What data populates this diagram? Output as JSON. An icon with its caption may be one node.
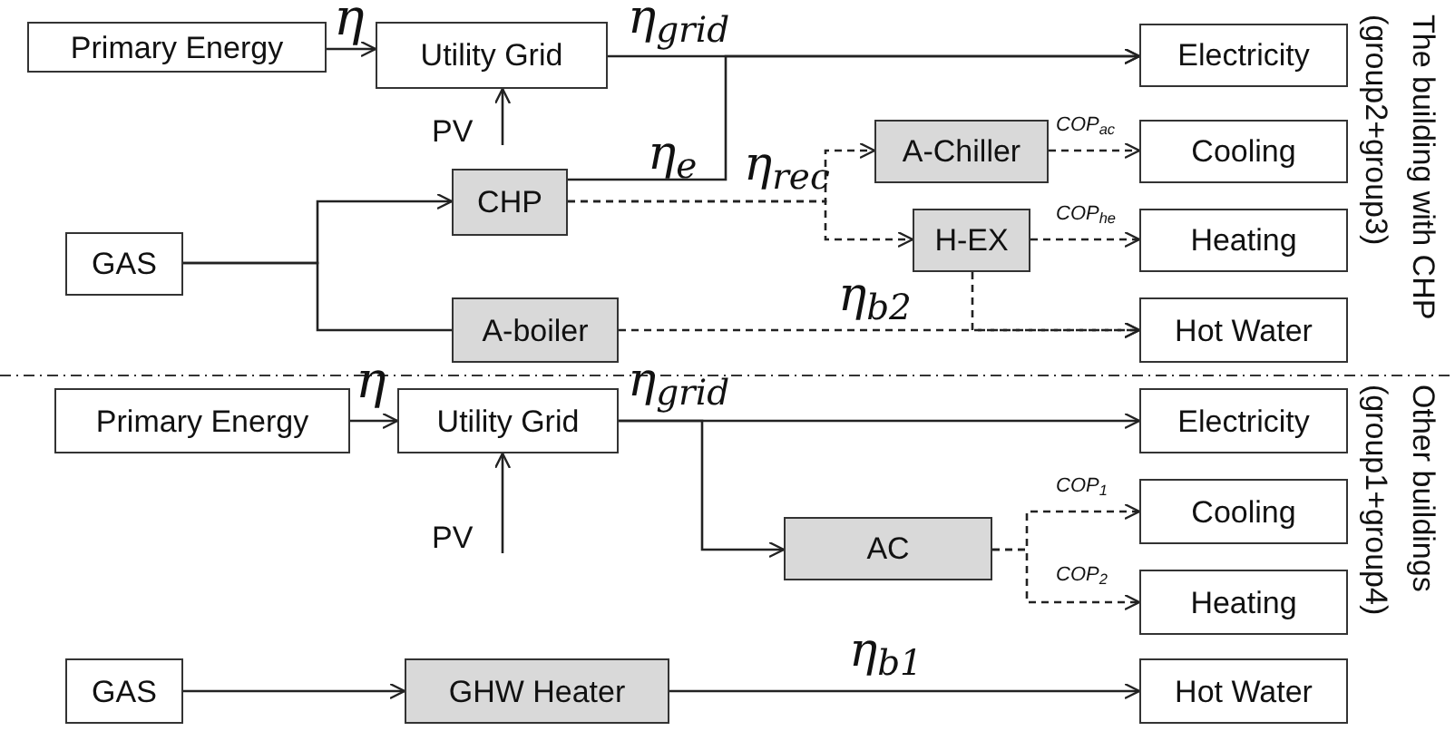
{
  "diagram": {
    "nodes": [
      {
        "text": [
          "Primary Energy"
        ]
      },
      {
        "text": [
          "Utility Grid"
        ]
      },
      {
        "text": [
          "Electricity"
        ]
      },
      {
        "text": [
          "PV"
        ]
      },
      {
        "text": [
          "CHP"
        ]
      },
      {
        "text": [
          "A-Chiller"
        ]
      },
      {
        "text": [
          "Cooling"
        ]
      },
      {
        "text": [
          "GAS"
        ]
      },
      {
        "text": [
          "H-EX"
        ]
      },
      {
        "text": [
          "Heating"
        ]
      },
      {
        "text": [
          "A-boiler"
        ]
      },
      {
        "text": [
          "Hot Water"
        ]
      },
      {
        "text": [
          "Primary Energy"
        ]
      },
      {
        "text": [
          "Utility Grid"
        ]
      },
      {
        "text": [
          "Electricity"
        ]
      },
      {
        "text": [
          "PV"
        ]
      },
      {
        "text": [
          "AC"
        ]
      },
      {
        "text": [
          "Cooling"
        ]
      },
      {
        "text": [
          "Heating"
        ]
      },
      {
        "text": [
          "GAS"
        ]
      },
      {
        "text": [
          "GHW Heater"
        ]
      },
      {
        "text": [
          "Hot Water"
        ]
      }
    ],
    "edges": [
      {
        "from": 0,
        "to": 1,
        "arrow": "to",
        "label": "η"
      },
      {
        "from": 1,
        "to": 2,
        "arrow": "to",
        "label": "η$_{grid}$"
      },
      {
        "from": 4,
        "to": 2,
        "arrow": "to",
        "label": "η$_{e}$"
      },
      {
        "from": 3,
        "to": 1,
        "arrow": "to"
      },
      {
        "from": 7,
        "to": 4,
        "arrow": "to"
      },
      {
        "from": 7,
        "to": 10,
        "arrow": "none"
      },
      {
        "from": 4,
        "to": 5,
        "arrow": "to",
        "style": "dashed",
        "label": "η$_{rec}$"
      },
      {
        "from": 4,
        "to": 8,
        "arrow": "to",
        "style": "dashed"
      },
      {
        "from": 5,
        "to": 6,
        "arrow": "to",
        "style": "dashed",
        "label": "COP$_{ac}$"
      },
      {
        "from": 8,
        "to": 9,
        "arrow": "to",
        "style": "dashed",
        "label": "COP$_{he}$"
      },
      {
        "from": 10,
        "to": 11,
        "arrow": "to",
        "style": "dashed",
        "label": "η$_{b2}$"
      },
      {
        "from": 8,
        "to": 11,
        "arrow": "to",
        "style": "dashed"
      },
      {
        "from": 12,
        "to": 13,
        "arrow": "to",
        "label": "η"
      },
      {
        "from": 13,
        "to": 14,
        "arrow": "to",
        "label": "η$_{grid}$"
      },
      {
        "from": 15,
        "to": 13,
        "arrow": "to"
      },
      {
        "from": 13,
        "to": 16,
        "arrow": "to"
      },
      {
        "from": 16,
        "to": 17,
        "arrow": "to",
        "style": "dashed",
        "label": "COP$_{1}$"
      },
      {
        "from": 16,
        "to": 18,
        "arrow": "to",
        "style": "dashed",
        "label": "COP$_{2}$"
      },
      {
        "from": 19,
        "to": 20,
        "arrow": "to"
      },
      {
        "from": 20,
        "to": 21,
        "arrow": "to",
        "label": "η$_{b1}$"
      }
    ],
    "labels": [
      "The building with CHP",
      "(group2+group3)",
      "Other buildings",
      "(group1+group4)"
    ]
  }
}
